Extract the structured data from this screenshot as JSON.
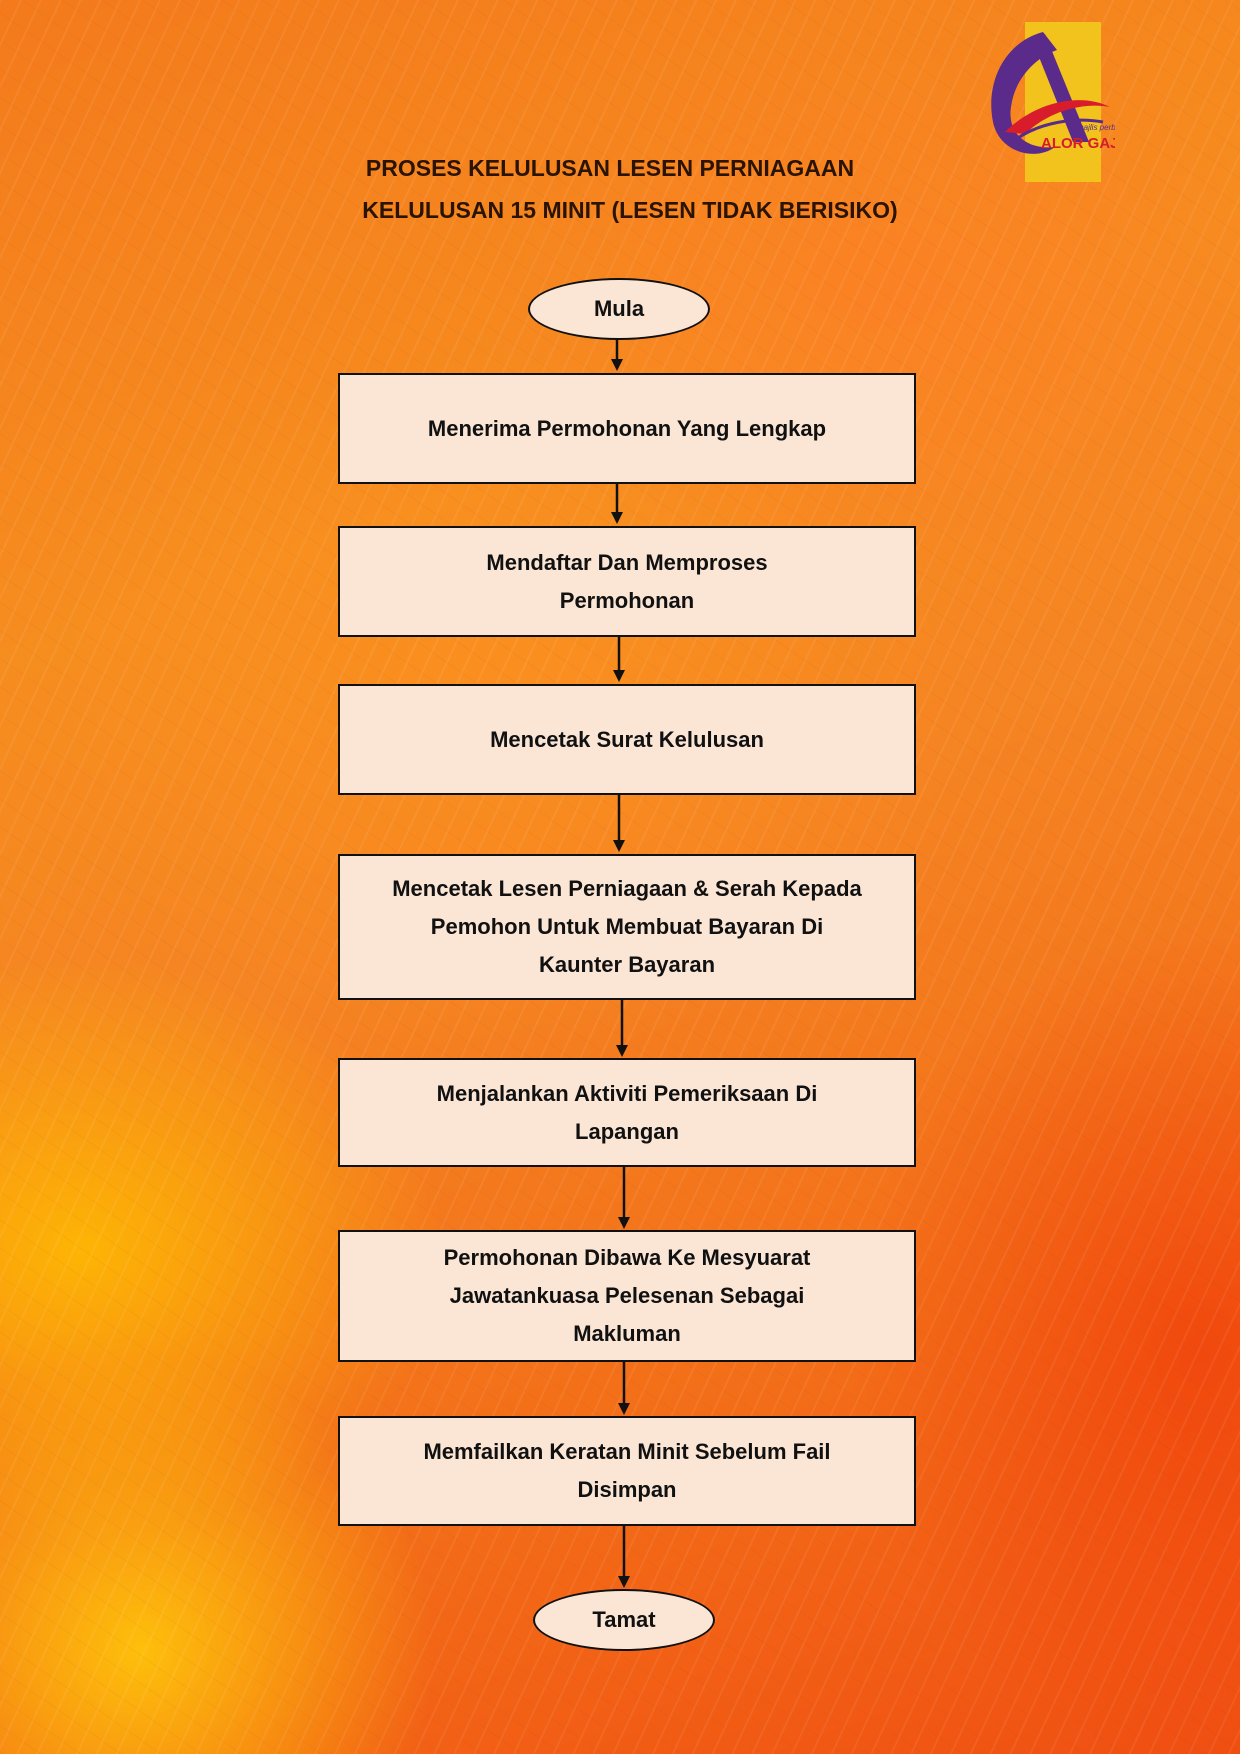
{
  "logo": {
    "text_small": "majlis perbandaran",
    "text_big": "ALOR GAJAH",
    "colors": {
      "gold": "#f2c21d",
      "purple": "#5b2b8c",
      "red": "#d81c2c"
    }
  },
  "title": {
    "line1": "PROSES KELULUSAN LESEN PERNIAGAAN",
    "line2": "KELULUSAN 15 MINIT (LESEN TIDAK BERISIKO)"
  },
  "flow": {
    "start": "Mula",
    "steps": [
      {
        "lines": [
          "Menerima Permohonan Yang  Lengkap"
        ]
      },
      {
        "lines": [
          "Mendaftar Dan Memproses",
          "Permohonan"
        ]
      },
      {
        "lines": [
          "Mencetak Surat Kelulusan"
        ]
      },
      {
        "lines": [
          "Mencetak Lesen Perniagaan & Serah Kepada",
          "Pemohon Untuk Membuat Bayaran Di",
          "Kaunter Bayaran"
        ]
      },
      {
        "lines": [
          "Menjalankan Aktiviti Pemeriksaan Di",
          "Lapangan"
        ]
      },
      {
        "lines": [
          "Permohonan Dibawa Ke Mesyuarat",
          "Jawatankuasa Pelesenan Sebagai",
          "Makluman"
        ]
      },
      {
        "lines": [
          "Memfailkan Keratan Minit Sebelum Fail",
          "Disimpan"
        ]
      }
    ],
    "end": "Tamat"
  },
  "colors": {
    "box_fill": "#fbe6d6",
    "stroke": "#111111"
  }
}
